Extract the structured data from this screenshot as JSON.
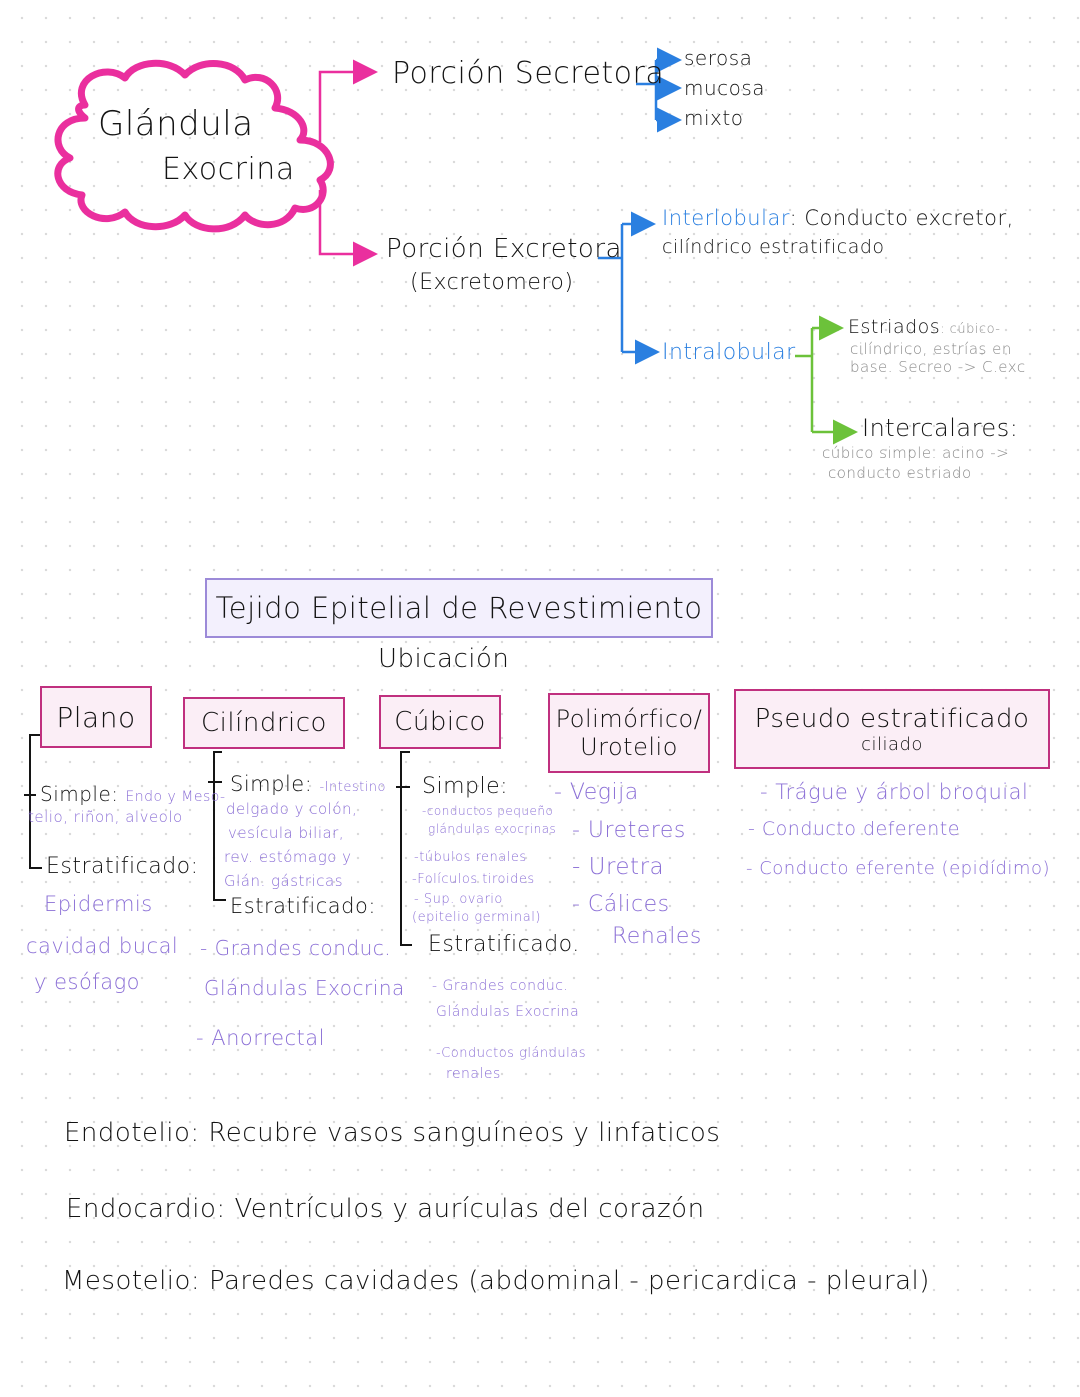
{
  "gland": {
    "title_line1": "Glándula",
    "title_line2": "Exocrina",
    "secretory": {
      "label": "Porción Secretora",
      "types": [
        "serosa",
        "mucosa",
        "mixto"
      ]
    },
    "excretory": {
      "label": "Porción Excretora",
      "sublabel": "(Excretomero)",
      "interlobular": {
        "label": "Interlobular",
        "desc_line1": ": Conducto excretor,",
        "desc_line2": "cilíndrico estratificado"
      },
      "intralobular": {
        "label": "Intralobular",
        "estriados": {
          "label": "Estriados",
          "desc_line1": ": cúbico-",
          "desc_line2": "cilíndrico, estrías en",
          "desc_line3": "base. Secreo -> C.exc"
        },
        "intercalares": {
          "label": "Intercalares:",
          "desc_line1": "cúbico simple. acino ->",
          "desc_line2": "conducto estriado"
        }
      }
    }
  },
  "epithelium": {
    "title": "Tejido Epitelial de Revestimiento",
    "subtitle": "Ubicación",
    "columns": {
      "plano": {
        "label": "Plano",
        "simple_label": "Simple:",
        "simple_desc1": "Endo y Meso-",
        "simple_desc2": "telio, riñon, alveolo",
        "strat_label": "Estratificado:",
        "strat_items": [
          "Epidermis",
          "cavidad bucal",
          "y esófago"
        ]
      },
      "cilindrico": {
        "label": "Cilíndrico",
        "simple_label": "Simple:",
        "simple_items": [
          "-Intestino",
          "delgado y colón,",
          "vesícula biliar,",
          "rev. estómago y",
          "Glán. gástricas"
        ],
        "strat_label": "Estratificado:",
        "strat_items": [
          "- Grandes conduc.",
          "Glándulas Exocrina",
          "- Anorrectal"
        ]
      },
      "cubico": {
        "label": "Cúbico",
        "simple_label": "Simple:",
        "simple_items": [
          "-conductos pequeño",
          "glándulas exocrinas",
          "-túbulos renales",
          "-Folículos tiroides",
          "- Sup. ovario",
          "(epitelio germinal)"
        ],
        "strat_label": "Estratificado.",
        "strat_items": [
          "- Grandes conduc.",
          "Glándulas Exocrina",
          "-Conductos glándulas",
          "renales"
        ]
      },
      "polimorfico": {
        "label_line1": "Polimórfico/",
        "label_line2": "Urotelio",
        "items": [
          "- Vegija",
          "- Ureteres",
          "- Uretra",
          "- Cálices",
          "Renales"
        ]
      },
      "pseudo": {
        "label_line1": "Pseudo estratificado",
        "label_line2": "ciliado",
        "items": [
          "- Trágue y árbol broquial",
          "- Conducto deferente",
          "- Conducto eferente (epidídimo)"
        ]
      }
    }
  },
  "definitions": [
    {
      "term": "Endotelio:",
      "desc": "Recubre vasos sanguíneos y linfaticos"
    },
    {
      "term": "Endocardio:",
      "desc": "Ventrículos y aurículas del corazón"
    },
    {
      "term": "Mesotelio:",
      "desc": "Paredes cavidades (abdominal - pericardica - pleural)"
    }
  ],
  "colors": {
    "magenta": "#ea2f9e",
    "blue": "#2a7fe0",
    "green": "#6cc23a",
    "purple_text": "#8b6fd6",
    "box_border": "#c0307f",
    "title_border": "#9c8ad8"
  }
}
